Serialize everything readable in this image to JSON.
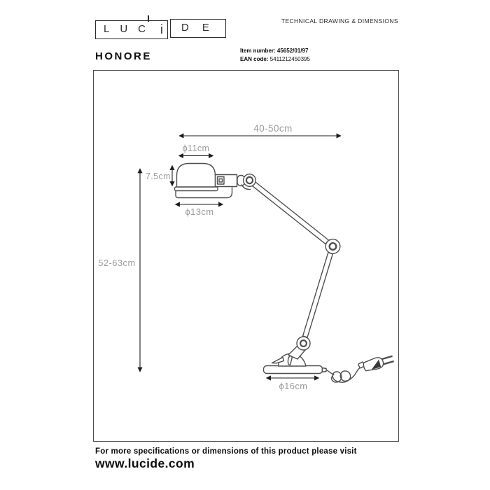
{
  "brand": {
    "logo_left": "LUC",
    "logo_i": "i",
    "logo_right": "DE"
  },
  "header": {
    "doc_title": "TECHNICAL DRAWING & DIMENSIONS",
    "product_name": "HONORE",
    "item_number_label": "Item number:",
    "item_number_value": "45652/01/97",
    "ean_label": "EAN code:",
    "ean_value": "5411212450395"
  },
  "drawing": {
    "dim_width": "40-50cm",
    "dim_shade_diameter": "ϕ11cm",
    "dim_shade_height": "7.5cm",
    "dim_shade_rim_diameter": "ϕ13cm",
    "dim_total_height": "52-63cm",
    "dim_base_diameter": "ϕ16cm"
  },
  "footer": {
    "line1": "For more specifications or dimensions of this product please visit",
    "line2": "www.lucide.com"
  },
  "colors": {
    "background": "#ffffff",
    "frame_border": "#4a4a4a",
    "drawing_line": "#4f4f4f",
    "dimension_line": "#1d1d1d",
    "dimension_text": "#9c9c9c",
    "text": "#111111"
  }
}
